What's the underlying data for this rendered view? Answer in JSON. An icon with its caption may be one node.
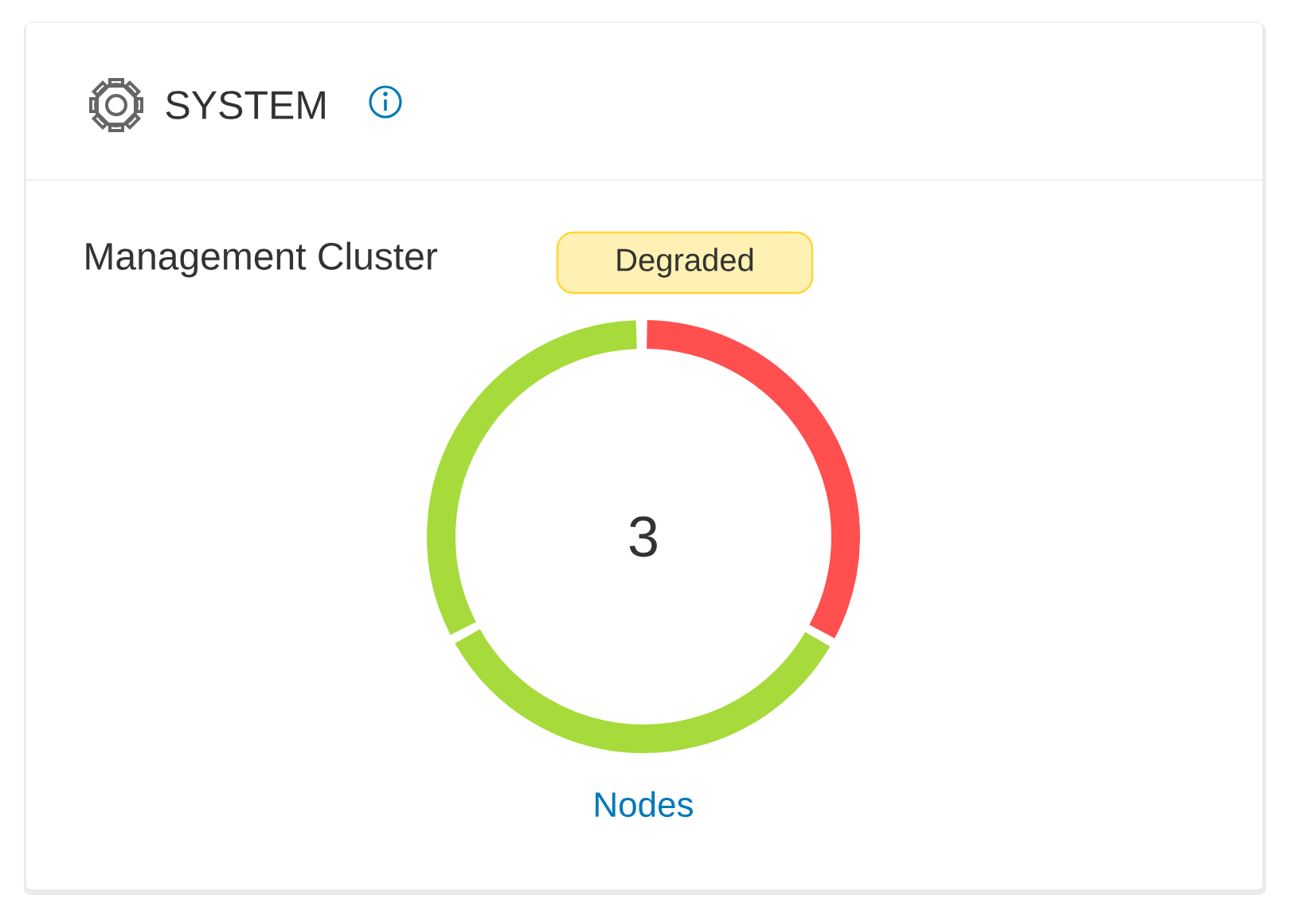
{
  "diagram": {
    "title": "SYSTEM",
    "nodes": [
      {
        "text": [
          "Degraded"
        ]
      }
    ],
    "labels": [
      "Management Cluster",
      "3",
      "Nodes"
    ]
  }
}
